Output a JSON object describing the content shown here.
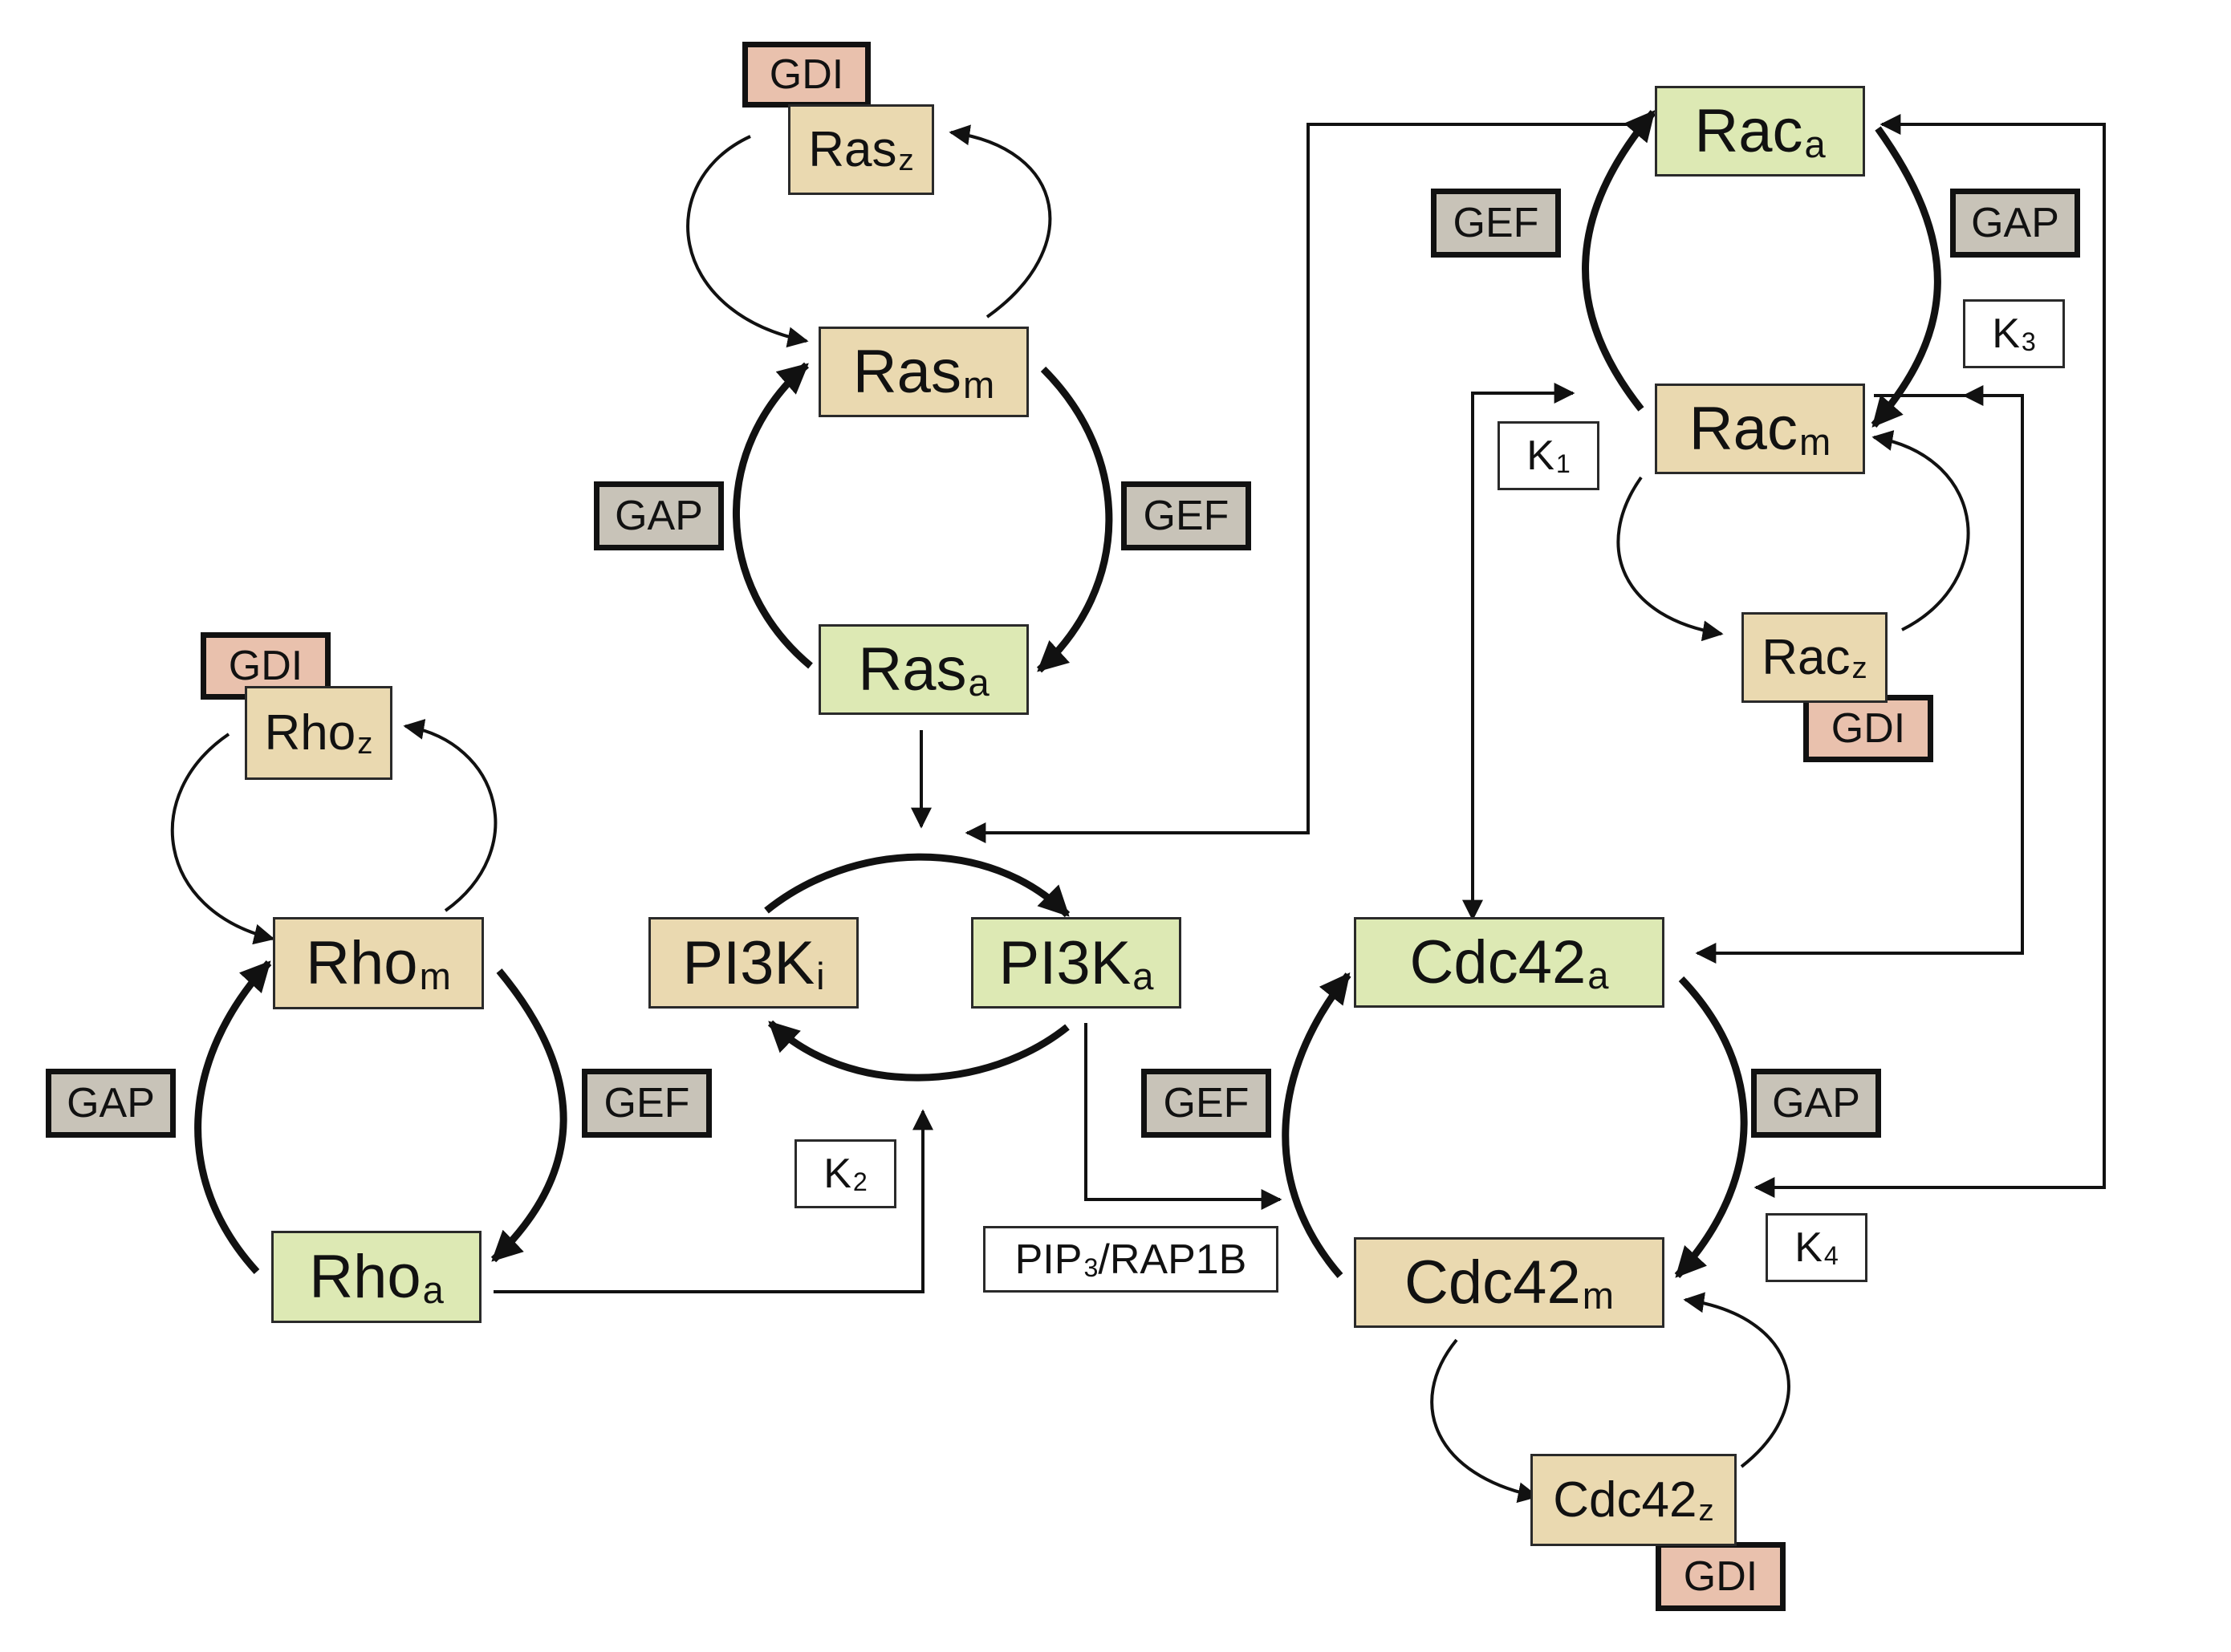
{
  "nodes": {
    "ras_z": {
      "base": "Ras",
      "sub": "z"
    },
    "ras_m": {
      "base": "Ras",
      "sub": "m"
    },
    "ras_a": {
      "base": "Ras",
      "sub": "a"
    },
    "rho_z": {
      "base": "Rho",
      "sub": "z"
    },
    "rho_m": {
      "base": "Rho",
      "sub": "m"
    },
    "rho_a": {
      "base": "Rho",
      "sub": "a"
    },
    "pi3k_i": {
      "base": "PI3K",
      "sub": "i"
    },
    "pi3k_a": {
      "base": "PI3K",
      "sub": "a"
    },
    "rac_a": {
      "base": "Rac",
      "sub": "a"
    },
    "rac_m": {
      "base": "Rac",
      "sub": "m"
    },
    "rac_z": {
      "base": "Rac",
      "sub": "z"
    },
    "cdc42_a": {
      "base": "Cdc42",
      "sub": "a"
    },
    "cdc42_m": {
      "base": "Cdc42",
      "sub": "m"
    },
    "cdc42_z": {
      "base": "Cdc42",
      "sub": "z"
    }
  },
  "regulators": {
    "gdi": "GDI",
    "gap": "GAP",
    "gef": "GEF"
  },
  "constants": {
    "k1": {
      "base": "K",
      "sub": "1"
    },
    "k2": {
      "base": "K",
      "sub": "2"
    },
    "k3": {
      "base": "K",
      "sub": "3"
    },
    "k4": {
      "base": "K",
      "sub": "4"
    }
  },
  "pip3_label": {
    "pre": "PIP",
    "sub": "3",
    "post": "/RAP1B"
  },
  "colors": {
    "membrane_state": "#ead9b0",
    "active_state": "#dde9b4",
    "regulator": "#c8c3b8",
    "gdi": "#e9c1ad",
    "constant": "#ffffff",
    "line": "#111111"
  }
}
